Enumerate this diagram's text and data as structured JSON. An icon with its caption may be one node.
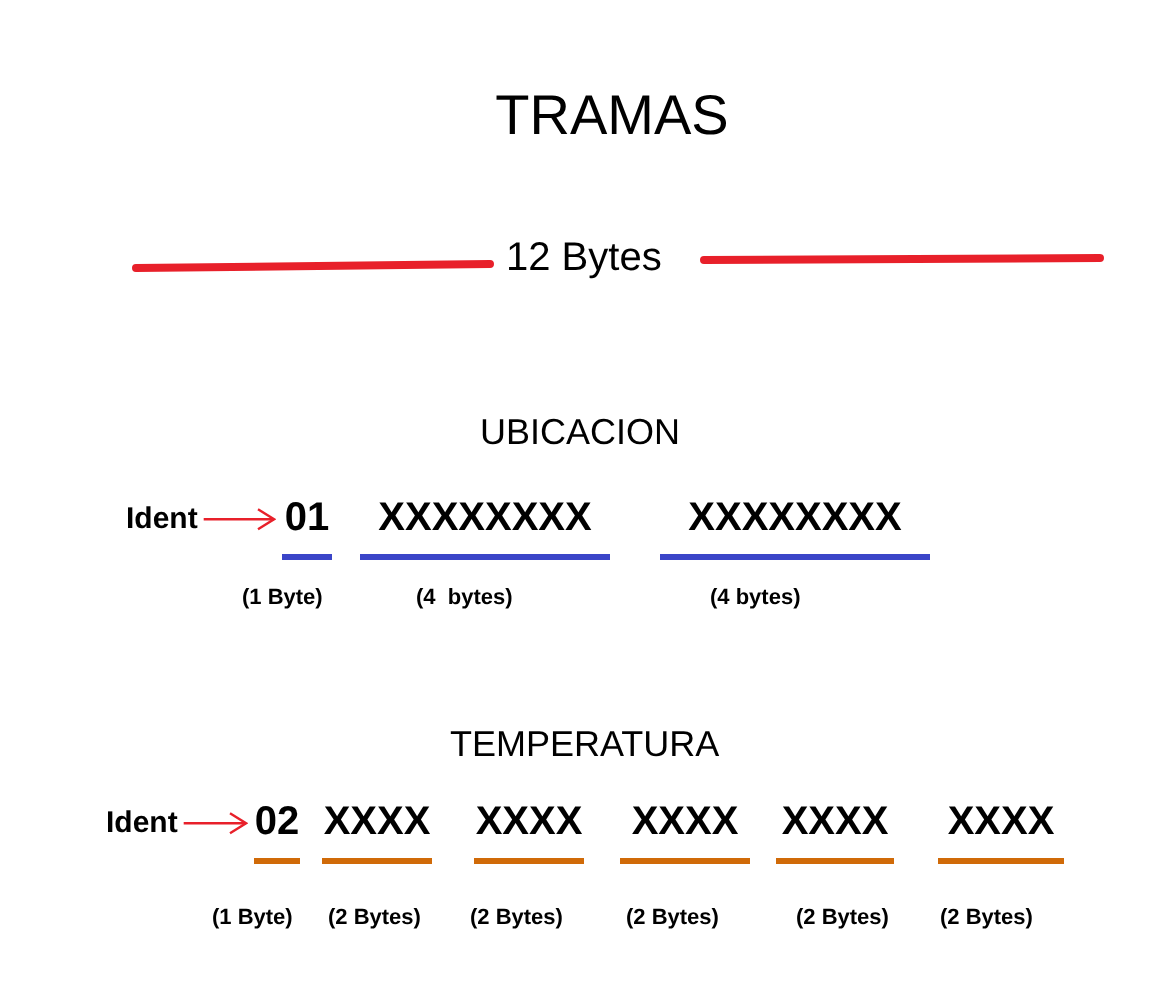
{
  "diagram": {
    "title": "TRAMAS",
    "nodes": [
      {
        "text": [
          "Ident"
        ]
      },
      {
        "text": [
          "01"
        ]
      },
      {
        "text": [
          "Ident"
        ]
      },
      {
        "text": [
          "02"
        ]
      }
    ],
    "edges": [
      {
        "from": 0,
        "to": 1,
        "arrow": "to"
      },
      {
        "from": 2,
        "to": 3,
        "arrow": "to"
      }
    ],
    "labels": [
      "12 Bytes",
      "UBICACION",
      "XXXXXXXX",
      "XXXXXXXX",
      "(1 Byte)",
      "(4  bytes)",
      "(4 bytes)",
      "TEMPERATURA",
      "XXXX",
      "XXXX",
      "XXXX",
      "XXXX",
      "XXXX",
      "(1 Byte)",
      "(2 Bytes)",
      "(2 Bytes)",
      "(2 Bytes)",
      "(2 Bytes)",
      "(2 Bytes)"
    ]
  }
}
